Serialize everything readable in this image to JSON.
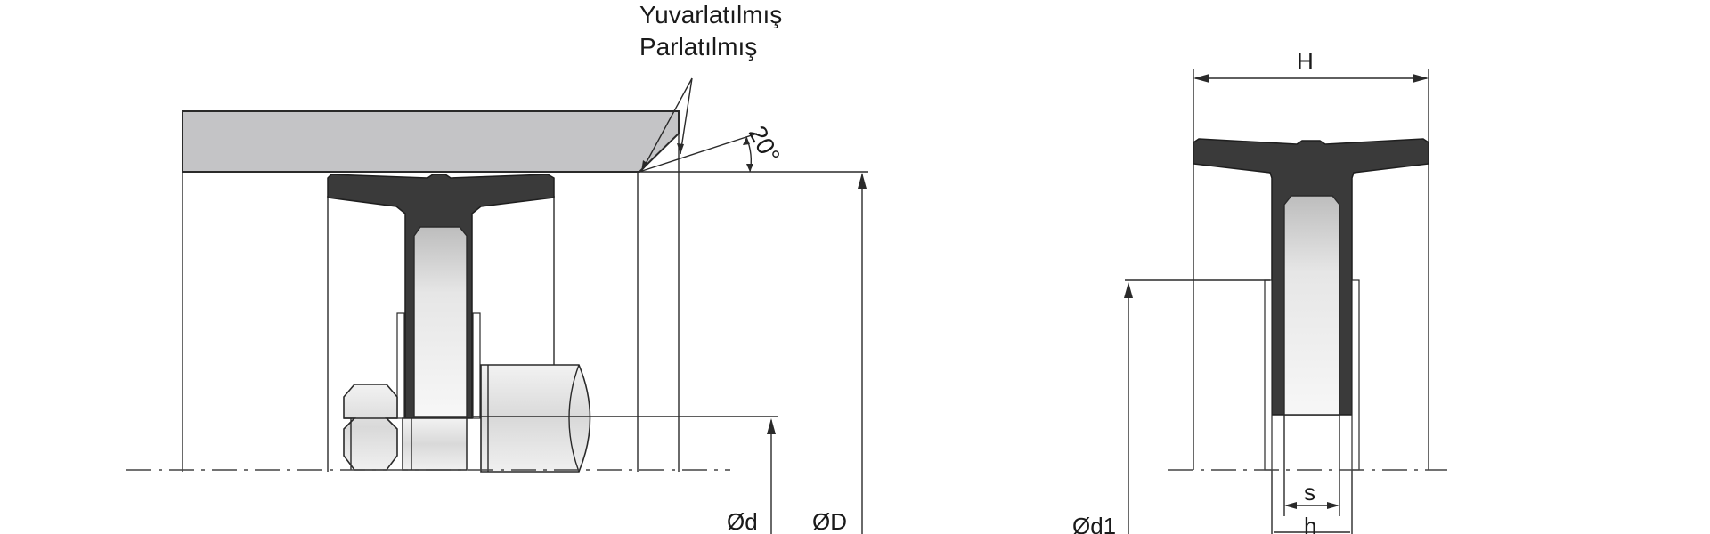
{
  "labels": {
    "surface_line1": "Yuvarlatılmış",
    "surface_line2": "Parlatılmış",
    "angle": "20°",
    "dim_D": "ØD",
    "dim_d": "Ød",
    "dim_H": "H",
    "dim_d1": "Ød1",
    "dim_s": "s",
    "dim_h": "h"
  },
  "colors": {
    "seal_dark": "#3a3a3a",
    "housing_gray": "#c4c4c6",
    "insert_light": "#e6e6e6",
    "line": "#2a2a2a"
  }
}
